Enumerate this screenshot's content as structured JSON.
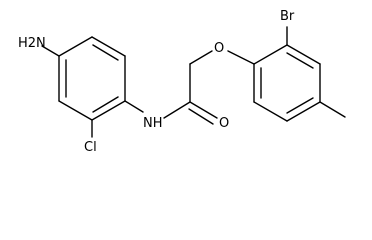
{
  "molecule": {
    "atoms": {
      "amino": "H2N",
      "chloro": "Cl",
      "amide_nh": "NH",
      "carbonyl_o": "O",
      "ether_o": "O",
      "bromo": "Br"
    }
  }
}
